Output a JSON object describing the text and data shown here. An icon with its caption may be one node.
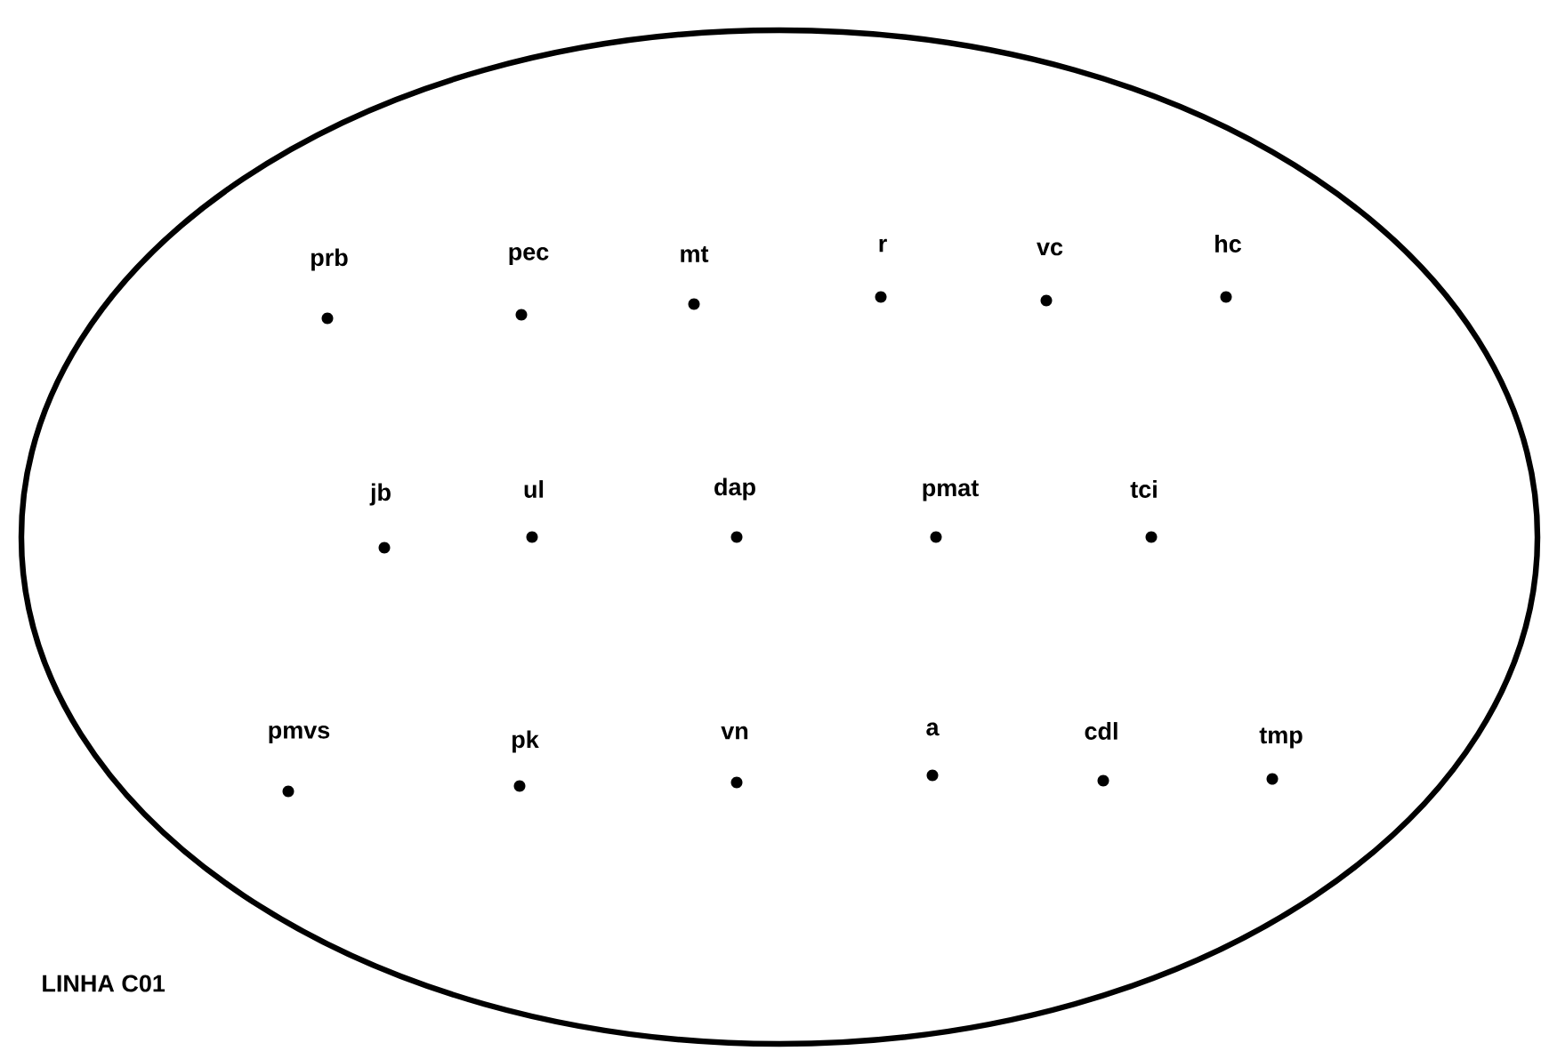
{
  "diagram": {
    "nodes": [
      {
        "text": [],
        "shape": "ellipse"
      },
      {
        "text": [],
        "shape": "circle",
        "in": 0,
        "beside": [
          "prb"
        ]
      },
      {
        "text": [],
        "shape": "circle",
        "in": 0,
        "beside": [
          "pec"
        ]
      },
      {
        "text": [],
        "shape": "circle",
        "in": 0,
        "beside": [
          "mt"
        ]
      },
      {
        "text": [],
        "shape": "circle",
        "in": 0,
        "beside": [
          "r"
        ]
      },
      {
        "text": [],
        "shape": "circle",
        "in": 0,
        "beside": [
          "vc"
        ]
      },
      {
        "text": [],
        "shape": "circle",
        "in": 0,
        "beside": [
          "hc"
        ]
      },
      {
        "text": [],
        "shape": "circle",
        "in": 0,
        "beside": [
          "jb"
        ]
      },
      {
        "text": [],
        "shape": "circle",
        "in": 0,
        "beside": [
          "ul"
        ]
      },
      {
        "text": [],
        "shape": "circle",
        "in": 0,
        "beside": [
          "dap"
        ]
      },
      {
        "text": [],
        "shape": "circle",
        "in": 0,
        "beside": [
          "pmat"
        ]
      },
      {
        "text": [],
        "shape": "circle",
        "in": 0,
        "beside": [
          "tci"
        ]
      },
      {
        "text": [],
        "shape": "circle",
        "in": 0,
        "beside": [
          "pmvs"
        ]
      },
      {
        "text": [],
        "shape": "circle",
        "in": 0,
        "beside": [
          "pk"
        ]
      },
      {
        "text": [],
        "shape": "circle",
        "in": 0,
        "beside": [
          "vn"
        ]
      },
      {
        "text": [],
        "shape": "circle",
        "in": 0,
        "beside": [
          "a"
        ]
      },
      {
        "text": [],
        "shape": "circle",
        "in": 0,
        "beside": [
          "cdl"
        ]
      },
      {
        "text": [],
        "shape": "circle",
        "in": 0,
        "beside": [
          "tmp"
        ]
      }
    ],
    "labels": [
      "LINHA C01"
    ]
  }
}
